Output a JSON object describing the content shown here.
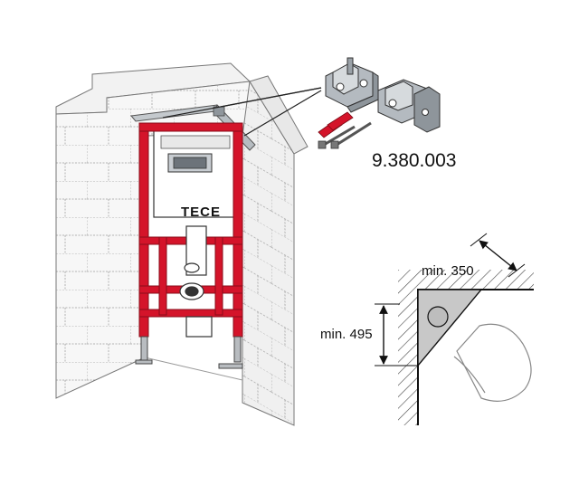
{
  "brand": {
    "logo_text": "TECE"
  },
  "kit": {
    "article_number": "9.380.003"
  },
  "dimensions": {
    "width_label": "min. 350",
    "height_label": "min. 495"
  },
  "colors": {
    "frame_red": "#d4142a",
    "wall_line": "#8a8a8a",
    "bracket_gray": "#a8aeb4",
    "corner_fill": "#c8c8c8"
  },
  "icons": {
    "brackets": "mounting-bracket-icon",
    "anchors": "wall-anchor-icon",
    "toilet": "toilet-bowl-icon"
  }
}
